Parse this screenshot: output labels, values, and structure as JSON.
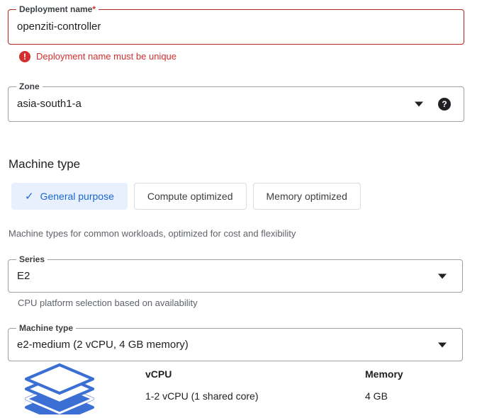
{
  "deployment_name": {
    "label": "Deployment name",
    "required_mark": "*",
    "value": "openziti-controller",
    "error": {
      "icon": "error-exclamation-icon",
      "message": "Deployment name must be unique"
    }
  },
  "zone": {
    "label": "Zone",
    "value": "asia-south1-a",
    "caret_icon": "chevron-down-icon",
    "help_icon": "help-question-icon",
    "help_glyph": "?"
  },
  "machine_type_section": {
    "title": "Machine type",
    "options": [
      {
        "label": "General purpose",
        "selected": true,
        "check_glyph": "✓"
      },
      {
        "label": "Compute optimized",
        "selected": false
      },
      {
        "label": "Memory optimized",
        "selected": false
      }
    ],
    "helper": "Machine types for common workloads, optimized for cost and flexibility"
  },
  "series": {
    "label": "Series",
    "value": "E2",
    "caret_icon": "chevron-down-icon",
    "helper": "CPU platform selection based on availability"
  },
  "machine_type": {
    "label": "Machine type",
    "value": "e2-medium (2 vCPU, 4 GB memory)",
    "caret_icon": "chevron-down-icon"
  },
  "specs": {
    "icon": "stacked-layers-icon",
    "columns": [
      {
        "header": "vCPU",
        "value": "1-2 vCPU (1 shared core)"
      },
      {
        "header": "Memory",
        "value": "4 GB"
      }
    ]
  },
  "colors": {
    "error_red": "#d32f2f",
    "field_error_border": "#b3261e",
    "accent_blue": "#1967d2",
    "selected_bg": "#e8f0fe",
    "layer_blue": "#3b6fd4",
    "text_primary": "#202124",
    "text_secondary": "#5f6368"
  }
}
